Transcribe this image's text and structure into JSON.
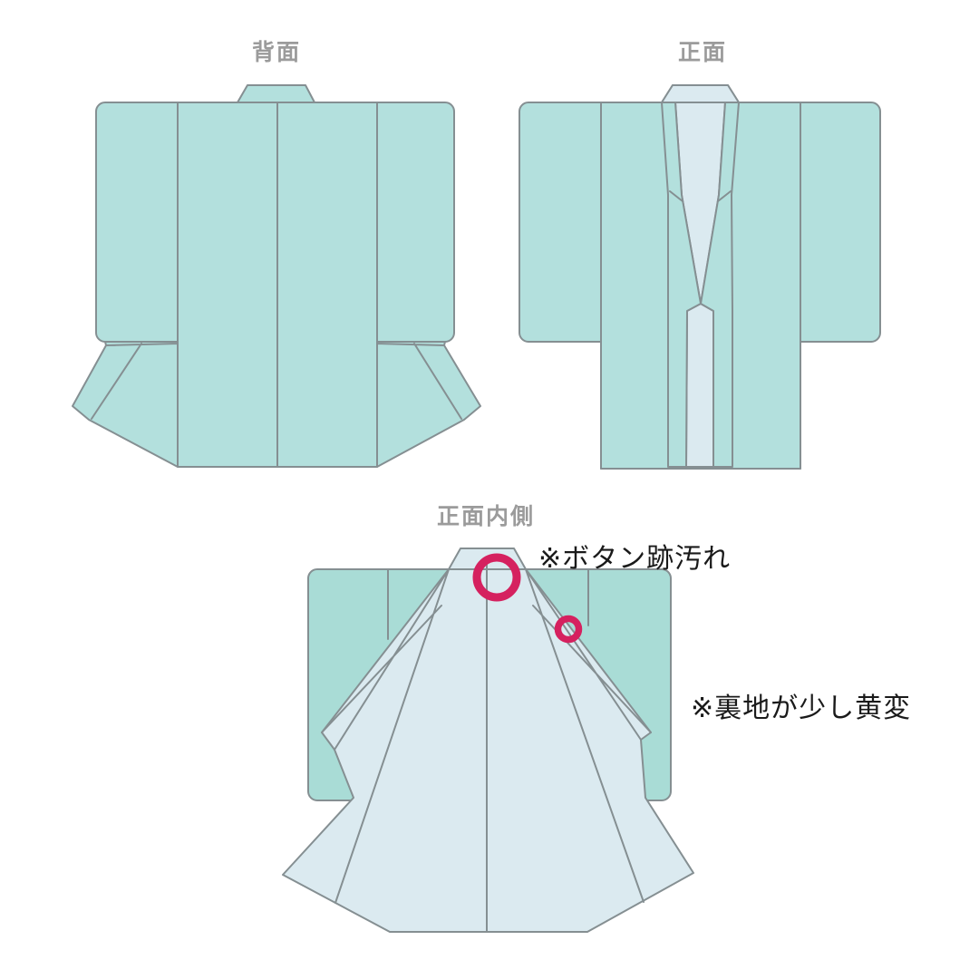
{
  "title": "kimono-condition-diagram",
  "views": {
    "back": {
      "label": "背面"
    },
    "front": {
      "label": "正面"
    },
    "front_inside": {
      "label": "正面内側"
    }
  },
  "annotations": {
    "button_stain": {
      "text": "※ボタン跡汚れ"
    },
    "lining_yellowing": {
      "text": "※裏地が少し黄変"
    }
  },
  "markers": {
    "large": {
      "meaning": "button mark stain spot (collar)"
    },
    "small": {
      "meaning": "button mark stain spot (front edge)"
    }
  },
  "colors": {
    "background": "#ffffff",
    "garment": "#b3e0dd",
    "garment-inside": "#a9dcd6",
    "lining": "#dbeaf0",
    "outline": "#858f92",
    "marker": "#d5215f",
    "label": "#9b9b9b",
    "annotation": "#1a1a1a"
  }
}
